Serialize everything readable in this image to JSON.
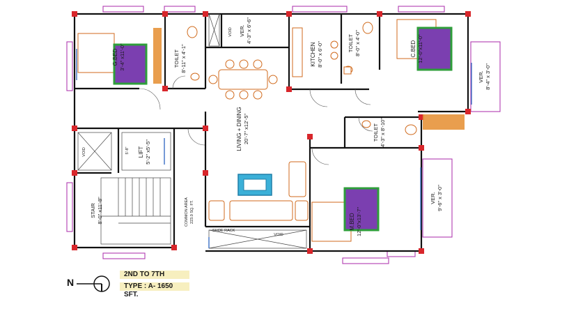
{
  "rooms": {
    "g_bed": {
      "name": "G.BED",
      "size": "3'-4\" x11'-0\""
    },
    "toilet1": {
      "name": "TOILET",
      "size": "8'-11\" x 4'-1\""
    },
    "ver1": {
      "name": "VER.",
      "size": "4'-3\" x 6'-6\""
    },
    "kitchen": {
      "name": "KITCHEN",
      "size": "8'-0\" x 6'-0\""
    },
    "toilet2": {
      "name": "TOILET",
      "size": "8'-0\" x 4'-0\""
    },
    "c_bed": {
      "name": "C.BED",
      "size": "12'-0\"x11'-0\""
    },
    "ver2": {
      "name": "VER.",
      "size": "8'-4\" x 3'-0\""
    },
    "living": {
      "name": "LIVING + DINING",
      "size": "20'-7\" x12'-5\""
    },
    "toilet3": {
      "name": "TOILET",
      "size": "4'-3\" x 8'-10\""
    },
    "lift": {
      "name": "LIFT",
      "size": "5'-2\" x5'-5\""
    },
    "lift_dim": "5'-8\"",
    "stair": {
      "name": "STAIR",
      "size": "8'-0\" x11'-8\""
    },
    "common": {
      "name": "COMMON AREA",
      "size": "223.0 SQ. FT."
    },
    "m_bed": {
      "name": "M.BED",
      "size": "12'-0\"x13'-7\""
    },
    "ver3": {
      "name": "VER.",
      "size": "9'-6\" x 3'-0\""
    },
    "void1": "VOID",
    "void2": "VOID",
    "void3": "VOID",
    "shoe_rack": "SHOE RACK"
  },
  "legend": {
    "floors": "2ND TO 7TH",
    "type": "TYPE : A- 1650 SFT.",
    "north": "N"
  },
  "colors": {
    "wall": "#111111",
    "column": "#d8262b",
    "verandah_outline": "#b03bb0",
    "window": "#3a6fc4",
    "furniture": "#d06a1c",
    "bed_border": "#2e9e3a",
    "bed_fill": "#7b3fb0",
    "rug_fill": "#3bb0d8",
    "label_box": "#f7efbf"
  }
}
